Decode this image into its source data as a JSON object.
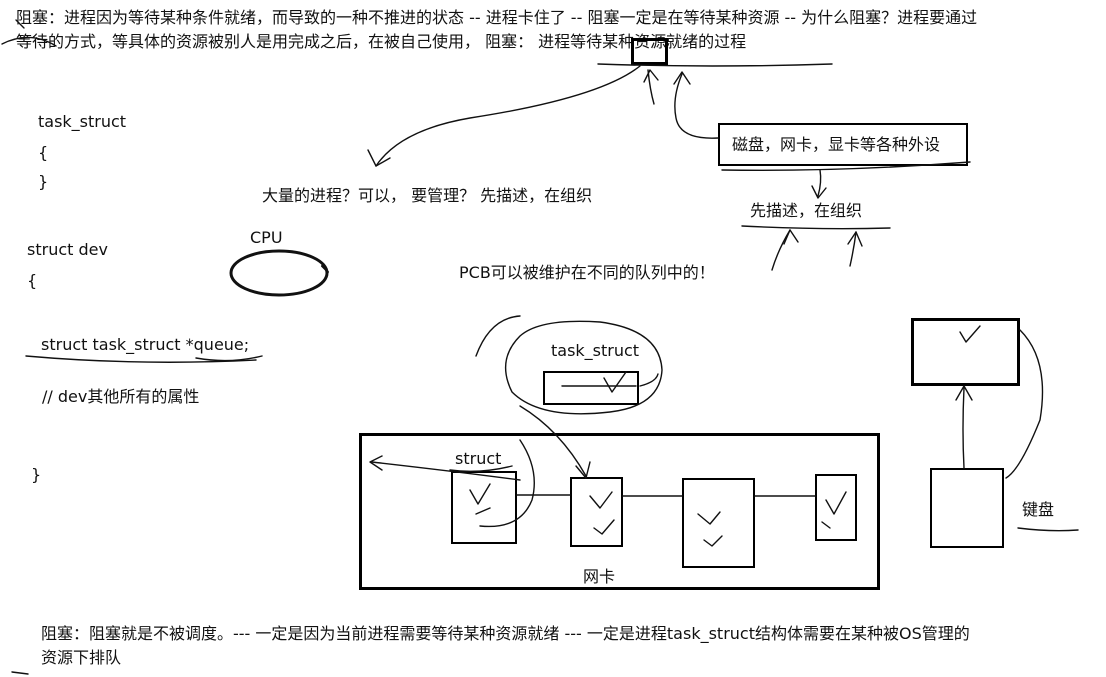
{
  "top_note": {
    "line1": "阻塞：进程因为等待某种条件就绪，而导致的一种不推进的状态 -- 进程卡住了 -- 阻塞一定是在等待某种资源 -- 为什么阻塞？进程要通过",
    "line2": "等待的方式，等具体的资源被别人是用完成之后，在被自己使用， 阻塞： 进程等待某种资源就绪的过程"
  },
  "task_struct_code": {
    "name": "task_struct",
    "open": "{",
    "close": "}"
  },
  "struct_dev_code": {
    "decl": "struct dev",
    "open": "{",
    "member": "struct task_struct *queue;",
    "comment": "// dev其他所有的属性",
    "close": "}"
  },
  "cpu_label": "CPU",
  "question_text": "大量的进程？可以， 要管理？  先描述，在组织",
  "devices_box_text": "磁盘，网卡，显卡等各种外设",
  "describe_organize": "先描述，在组织",
  "pcb_queue_text": "PCB可以被维护在不同的队列中的！",
  "diagram": {
    "task_struct_label": "task_struct",
    "struct_label": "struct",
    "nic_label": "网卡",
    "keyboard_label": "键盘"
  },
  "bottom_note": {
    "line1": "阻塞：阻塞就是不被调度。--- 一定是因为当前进程需要等待某种资源就绪 --- 一定是进程task_struct结构体需要在某种被OS管理的",
    "line2": "资源下排队"
  }
}
